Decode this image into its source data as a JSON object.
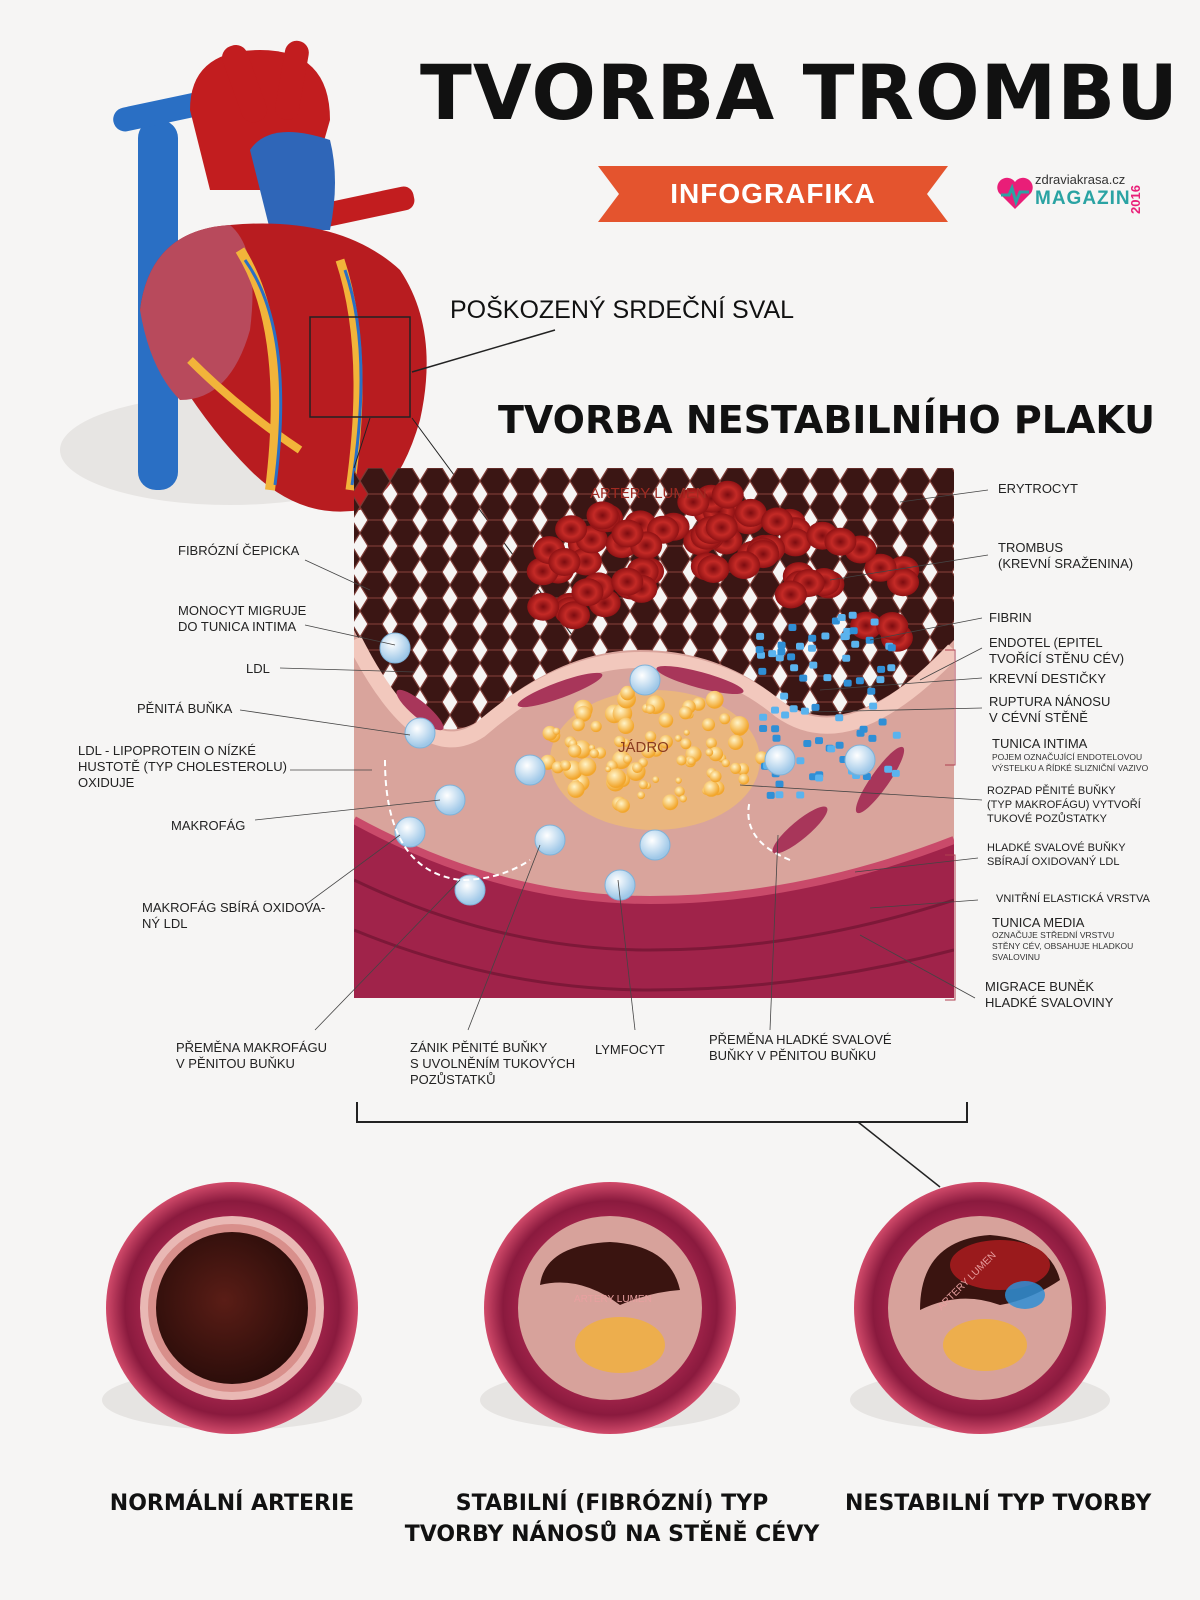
{
  "title": "TVORBA TROMBU",
  "ribbon": "INFOGRAFIKA",
  "brand": {
    "site": "zdraviakrasa.cz",
    "name": "MAGAZIN",
    "year": "2016"
  },
  "damaged_label": "POŠKOZENÝ SRDEČNÍ SVAL",
  "plaque_title": "TVORBA NESTABILNÍHO PLAKU",
  "inner_labels": {
    "lumen": "ARTERY LUMEN",
    "core": "JÁDRO"
  },
  "left_labels": {
    "fibrous_cap": "FIBRÓZNÍ ČEPICKA",
    "monocyte": [
      "MONOCYT MIGRUJE",
      "DO TUNICA INTIMA"
    ],
    "ldl": "LDL",
    "foam_cell": "PĚNITÁ BUŇKA",
    "ldl_oxid": [
      "LDL - LIPOPROTEIN O NÍZKÉ",
      "HUSTOTĚ (TYP CHOLESTEROLU)",
      "OXIDUJE"
    ],
    "macrophage": "MAKROFÁG",
    "macrophage_ldl": [
      "MAKROFÁG SBÍRÁ OXIDOVA-",
      "NÝ LDL"
    ]
  },
  "right_labels": {
    "erythrocyte": "ERYTROCYT",
    "thrombus": [
      "TROMBUS",
      "(KREVNÍ SRAŽENINA)"
    ],
    "fibrin": "FIBRIN",
    "endothel": [
      "ENDOTEL (EPITEL",
      "TVOŘÍCÍ STĚNU CÉV)"
    ],
    "platelets": "KREVNÍ DESTIČKY",
    "rupture": [
      "RUPTURA NÁNOSU",
      "V CÉVNÍ STĚNĚ"
    ],
    "intima": "TUNICA INTIMA",
    "intima_desc": [
      "POJEM OZNAČUJÍCÍ ENDOTELOVOU",
      "VÝSTELKU A ŘÍDKÉ SLIZNIČNÍ VAZIVO"
    ],
    "foam_decay": [
      "ROZPAD PĚNITÉ BUŇKY",
      "(TYP MAKROFÁGU) VYTVOŘÍ",
      "TUKOVÉ POZŮSTATKY"
    ],
    "smooth_cells": [
      "HLADKÉ SVALOVÉ BUŇKY",
      "SBÍRAJÍ OXIDOVANÝ LDL"
    ],
    "elastic": "VNITŘNÍ ELASTICKÁ VRSTVA",
    "media": "TUNICA MEDIA",
    "media_desc": [
      "OZNAČUJE STŘEDNÍ VRSTVU",
      "STĚNY CÉV, OBSAHUJE HLADKOU",
      "SVALOVINU"
    ],
    "migration": [
      "MIGRACE BUNĚK",
      "HLADKÉ SVALOVINY"
    ]
  },
  "bottom_labels": {
    "macro_foam": [
      "PŘEMĚNA MAKROFÁGU",
      "V PĚNITOU BUŇKU"
    ],
    "foam_death": [
      "ZÁNIK PĚNITÉ BUŇKY",
      "S UVOLNĚNÍM TUKOVÝCH",
      "POZŮSTATKŮ"
    ],
    "lymphocyte": "LYMFOCYT",
    "smooth_foam": [
      "PŘEMĚNA HLADKÉ SVALOVÉ",
      "BUŇKY V PĚNITOU BUŇKU"
    ]
  },
  "cross_sections": [
    {
      "caption": [
        "NORMÁLNÍ ARTERIE"
      ],
      "lumen_label": ""
    },
    {
      "caption": [
        "STABILNÍ (FIBRÓZNÍ) TYP",
        "TVORBY NÁNOSŮ NA STĚNĚ CÉVY"
      ],
      "lumen_label": "ARTERY LUMEN"
    },
    {
      "caption": [
        "NESTABILNÍ TYP TVORBY"
      ],
      "lumen_label": "ARTERY LUMEN"
    }
  ],
  "colors": {
    "accent": "#e4542e",
    "blood": "#a3161a",
    "wall": "#a0234a",
    "fat": "#f3b23a",
    "platelet": "#2f8fd6",
    "brand_teal": "#2aa3a3",
    "brand_pink": "#e91e78"
  }
}
